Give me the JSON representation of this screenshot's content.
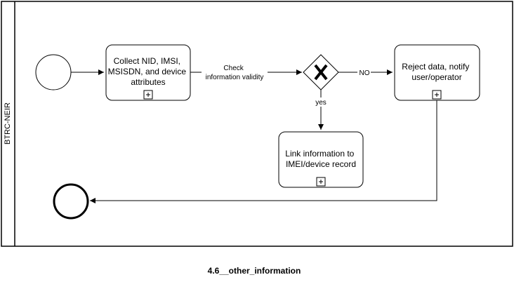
{
  "diagram": {
    "pool_label": "BTRC-NEIR",
    "caption": "4.6__other_information",
    "tasks": {
      "collect": [
        "Collect NID, IMSI,",
        "MSISDN, and device",
        "attributes"
      ],
      "reject": [
        "Reject data, notify",
        "user/operator"
      ],
      "link": [
        "Link information to",
        "IMEI/device record"
      ]
    },
    "edges": {
      "check": [
        "Check",
        "information validity"
      ],
      "no": "NO",
      "yes": "yes"
    }
  }
}
